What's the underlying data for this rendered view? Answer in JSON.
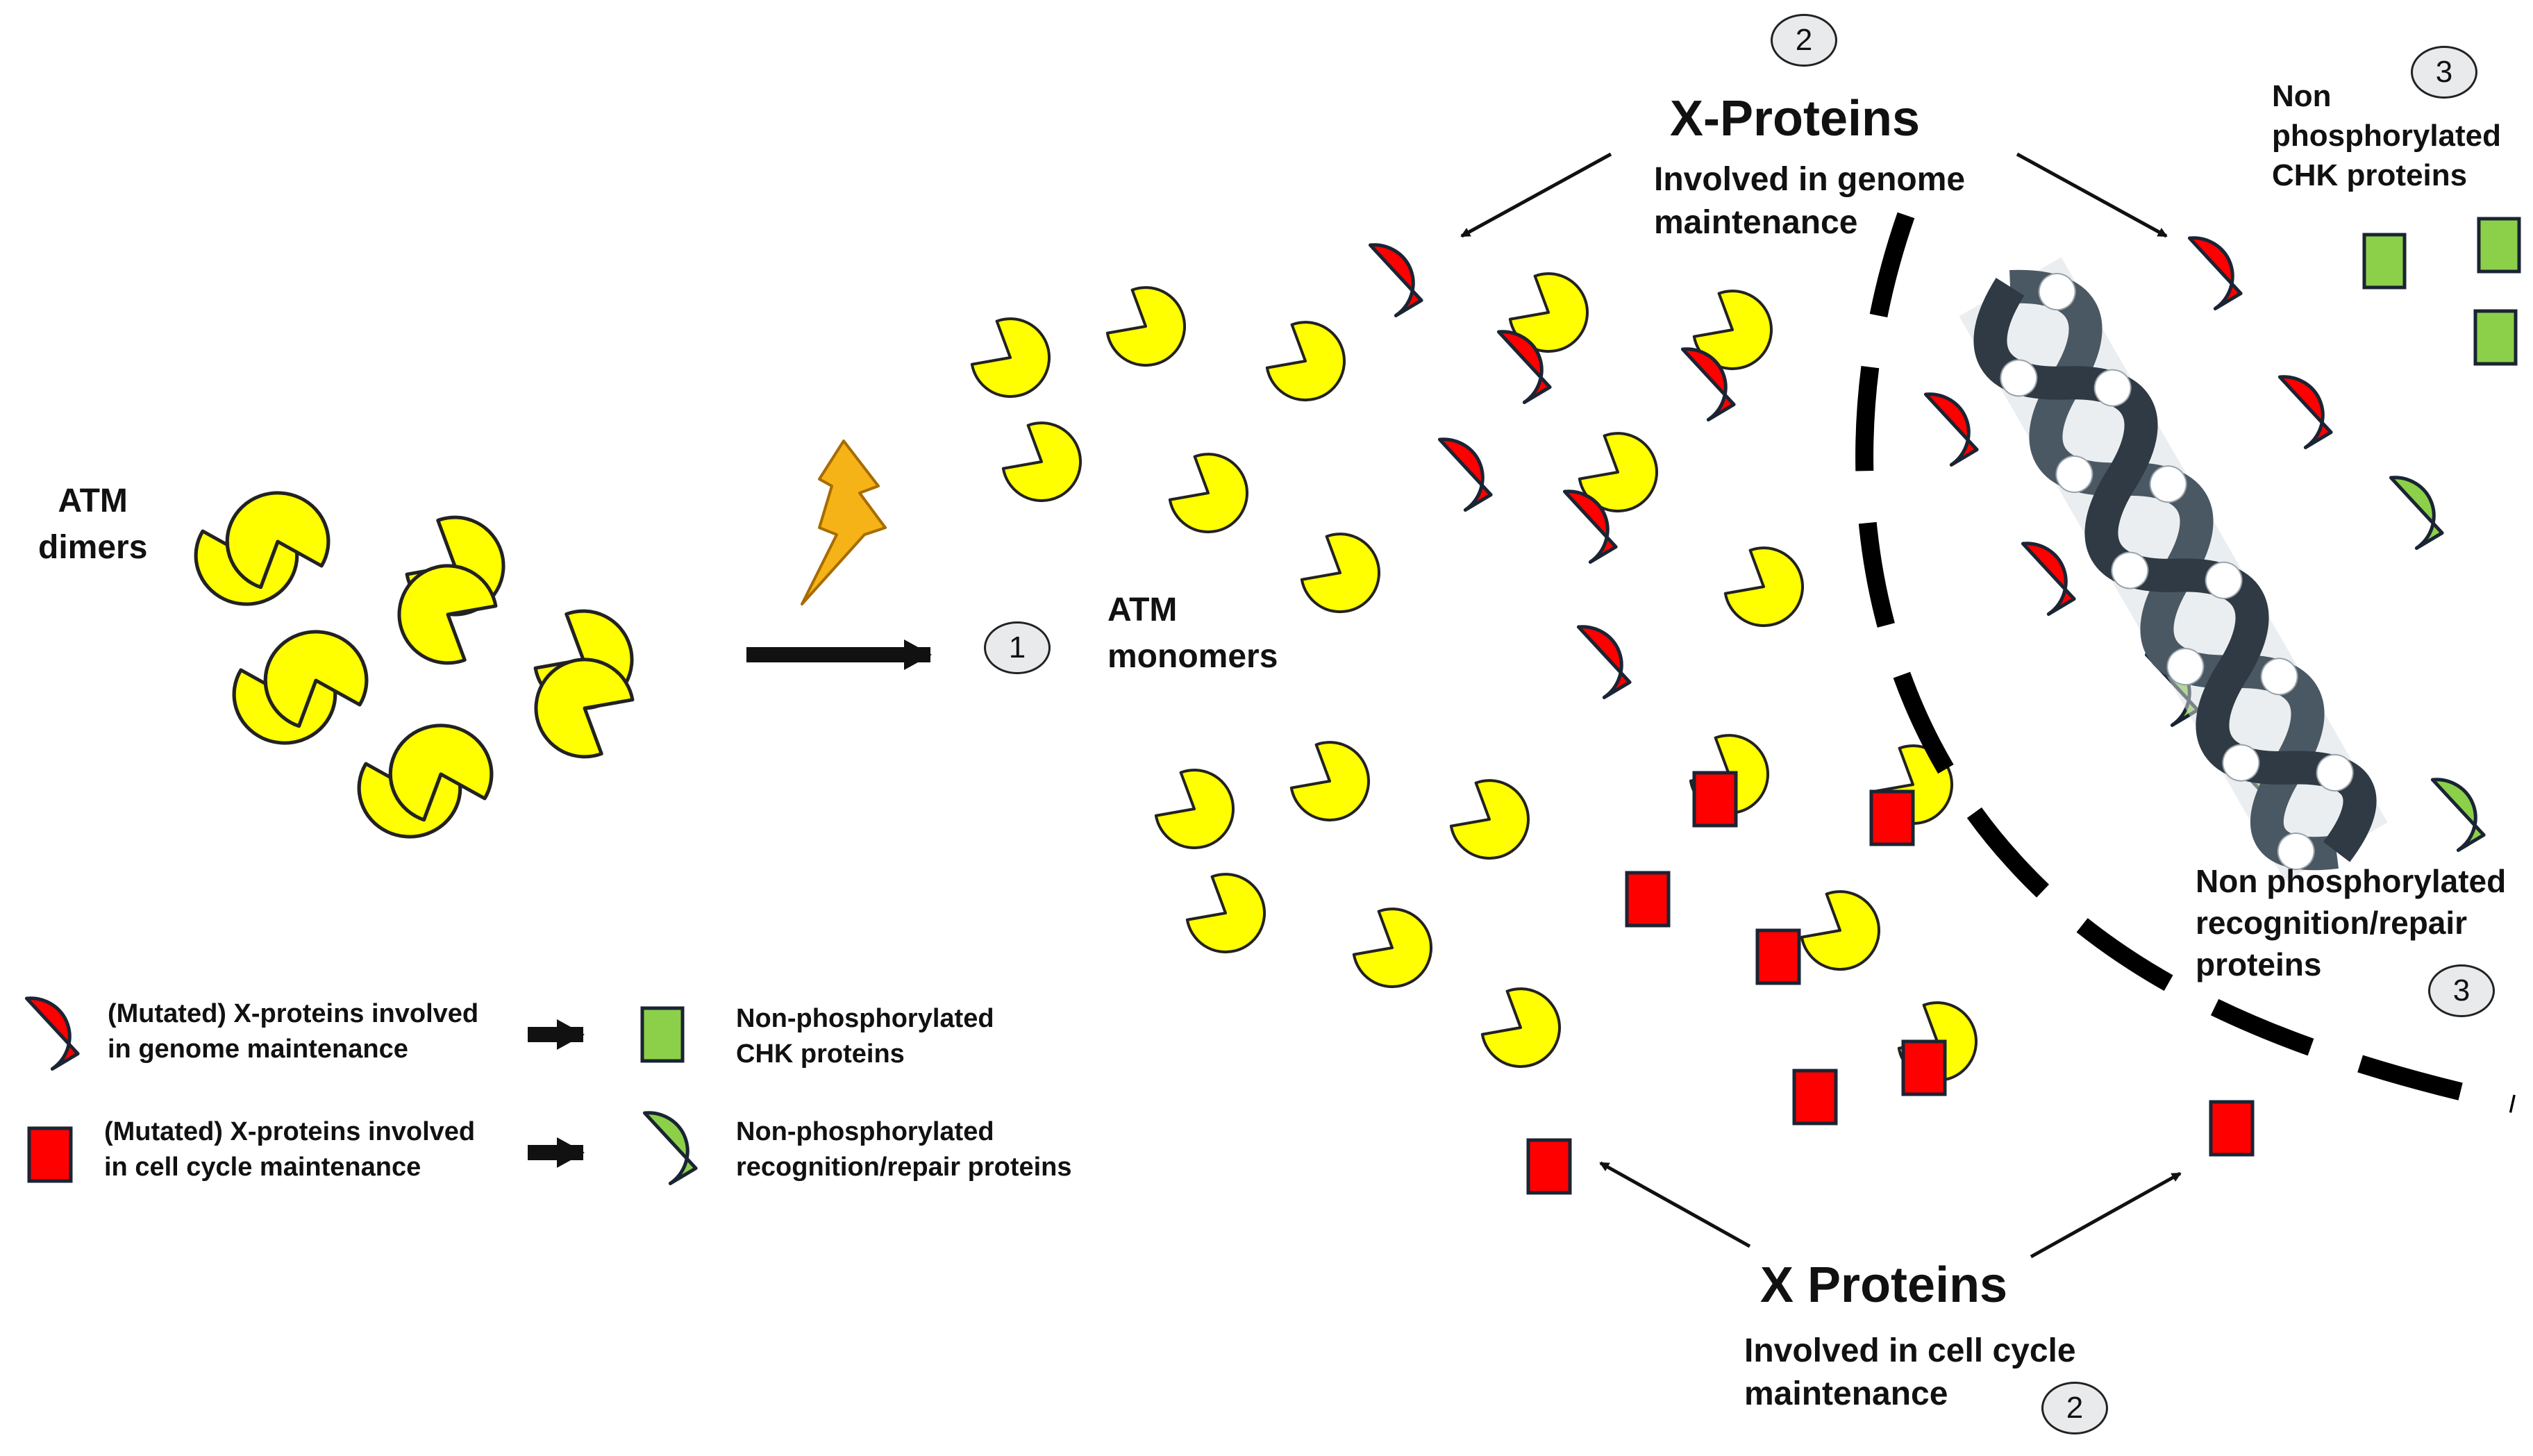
{
  "labels": {
    "atm_dimers": "ATM\ndimers",
    "atm_monomers": "ATM\nmonomers",
    "x_proteins_top": "X-Proteins",
    "genome_maintenance": "Involved in genome\nmaintenance",
    "non_phospho_chk_top": "Non\nphosphorylated\nCHK proteins",
    "non_phospho_recog": "Non phosphorylated\nrecognition/repair\nproteins",
    "x_proteins_bottom": "X Proteins",
    "cell_cycle_maintenance": "Involved in cell cycle\nmaintenance"
  },
  "badges": {
    "step1": "1",
    "step2_top": "2",
    "step3_top": "3",
    "step3_mid": "3",
    "step2_bottom": "2"
  },
  "legend": {
    "mutated_genome": "(Mutated) X-proteins involved\nin genome maintenance",
    "non_phospho_chk": "Non-phosphorylated\nCHK proteins",
    "mutated_cellcycle": "(Mutated) X-proteins involved\nin cell cycle maintenance",
    "non_phospho_recog": "Non-phosphorylated\nrecognition/repair proteins"
  },
  "colors": {
    "atm_yellow": "#ffff00",
    "x_protein_red": "#ff0000",
    "non_phospho_green": "#8cd04a",
    "lightning_orange": "#f5b318",
    "dna_gray": "#4a5864",
    "outline_dark": "#1a2433"
  }
}
